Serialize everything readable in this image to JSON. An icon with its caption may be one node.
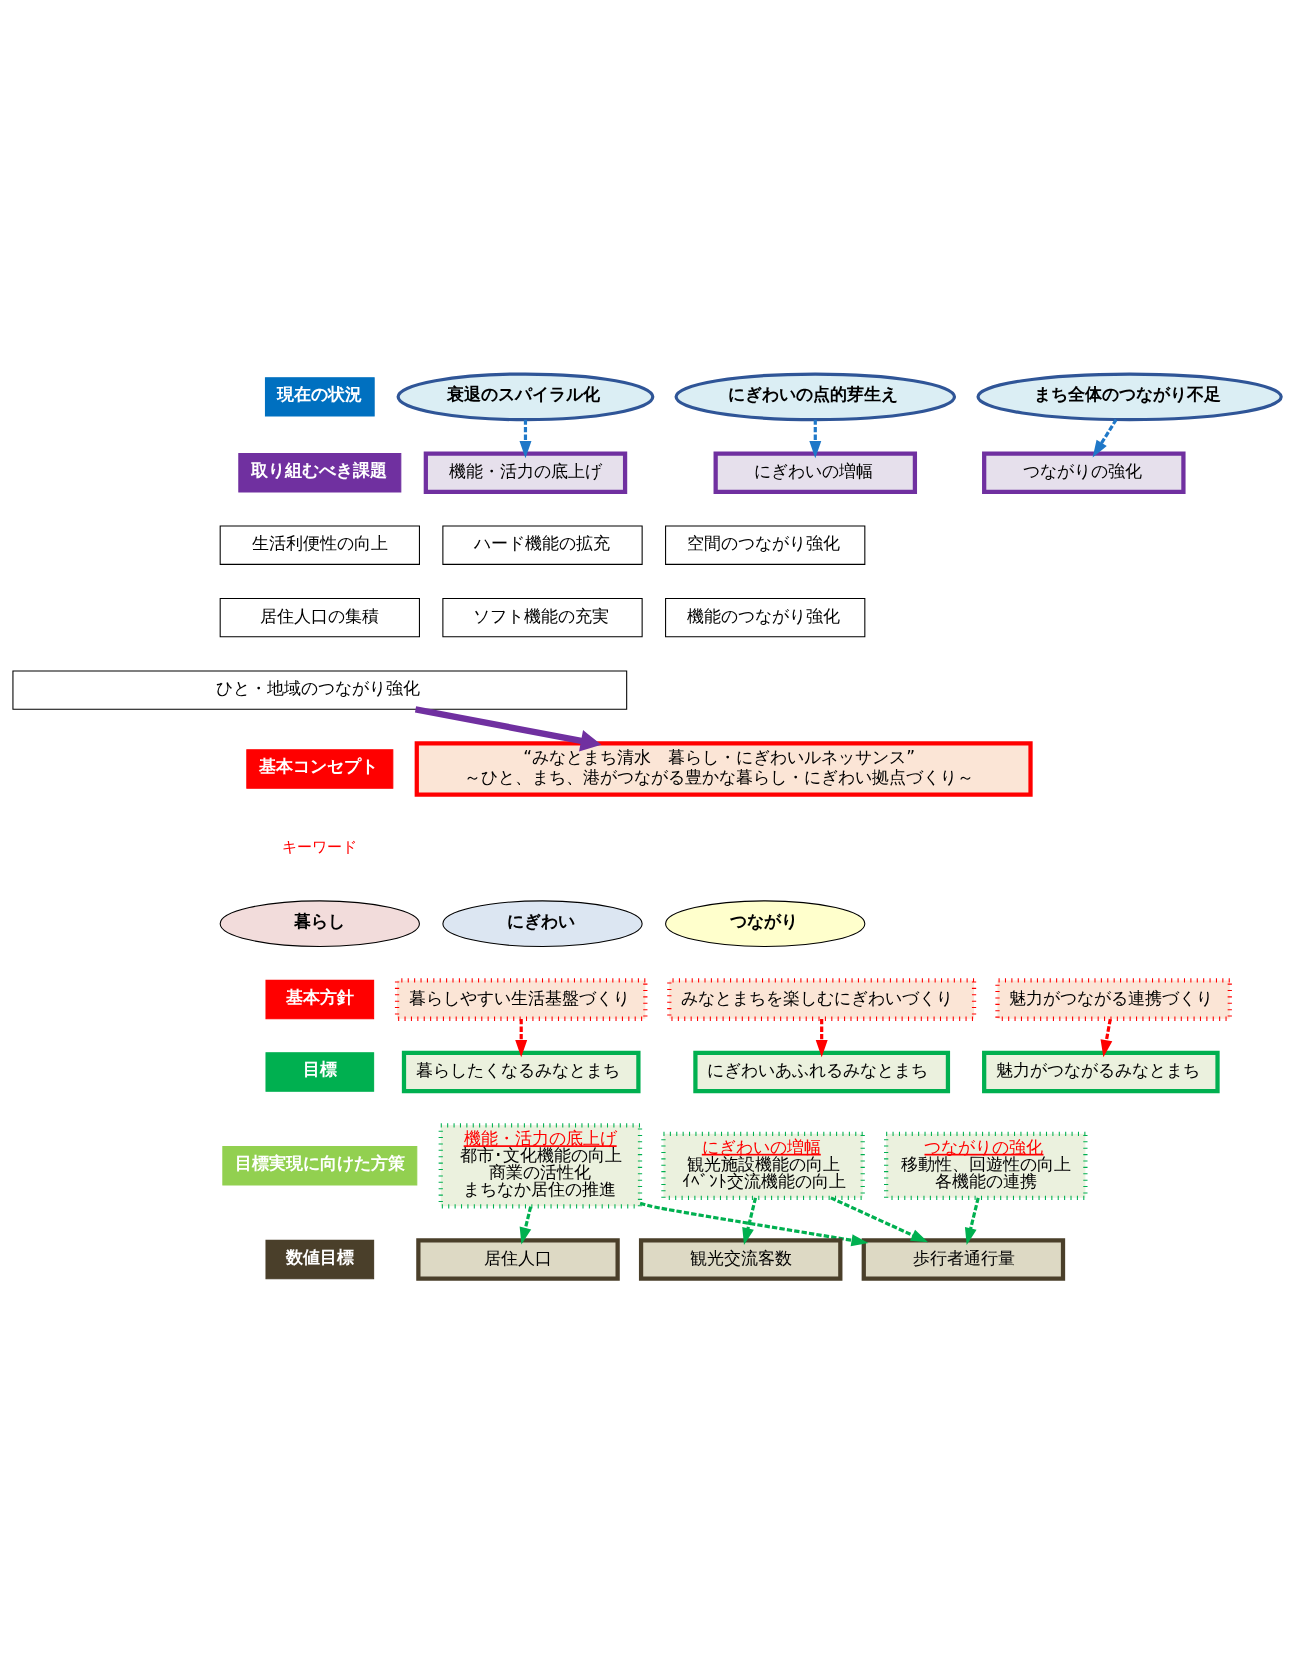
{
  "diagram": {
    "nodes": [
      {
        "text": [
          "現在の状況"
        ]
      },
      {
        "text": [
          "衰退のスパイラル化"
        ]
      },
      {
        "text": [
          "にぎわいの点的芽生え"
        ]
      },
      {
        "text": [
          "まち全体のつながり不足"
        ]
      },
      {
        "text": [
          "取り組むべき課題"
        ]
      },
      {
        "text": [
          "機能・活力の底上げ"
        ]
      },
      {
        "text": [
          "にぎわいの増幅"
        ]
      },
      {
        "text": [
          "つながりの強化"
        ]
      },
      {
        "text": [
          "生活利便性の向上"
        ]
      },
      {
        "text": [
          "ハード機能の拡充"
        ]
      },
      {
        "text": [
          "空間のつながり強化"
        ]
      },
      {
        "text": [
          "居住人口の集積"
        ]
      },
      {
        "text": [
          "ソフト機能の充実"
        ]
      },
      {
        "text": [
          "機能のつながり強化"
        ]
      },
      {
        "text": [
          "ひと・地域のつながり強化"
        ]
      },
      {
        "text": [
          "基本コンセプト"
        ]
      },
      {
        "text": [
          "“みなとまち清水　暮らし・にぎわいルネッサンス”",
          "～ひと、まち、港がつながる豊かな暮らし・にぎわい拠点づくり～"
        ]
      },
      {
        "text": [
          "暮らし"
        ]
      },
      {
        "text": [
          "にぎわい"
        ]
      },
      {
        "text": [
          "つながり"
        ]
      },
      {
        "text": [
          "基本方針"
        ]
      },
      {
        "text": [
          "暮らしやすい生活基盤づくり"
        ]
      },
      {
        "text": [
          "みなとまちを楽しむにぎわいづくり"
        ]
      },
      {
        "text": [
          "魅力がつながる連携づくり"
        ]
      },
      {
        "text": [
          "目標"
        ]
      },
      {
        "text": [
          "暮らしたくなるみなとまち"
        ]
      },
      {
        "text": [
          "にぎわいあふれるみなとまち"
        ]
      },
      {
        "text": [
          "魅力がつながるみなとまち"
        ]
      },
      {
        "text": [
          "目標実現に向けた方策"
        ]
      },
      {
        "text": [
          "機能・活力の底上げ",
          "都市･文化機能の向上",
          "商業の活性化",
          "まちなか居住の推進"
        ]
      },
      {
        "text": [
          "にぎわいの増幅",
          "観光施設機能の向上",
          "ｲﾍﾞﾝﾄ交流機能の向上"
        ]
      },
      {
        "text": [
          "つながりの強化",
          "移動性、回遊性の向上",
          "各機能の連携"
        ]
      },
      {
        "text": [
          "数値目標"
        ]
      },
      {
        "text": [
          "居住人口"
        ]
      },
      {
        "text": [
          "観光交流客数"
        ]
      },
      {
        "text": [
          "歩行者通行量"
        ]
      }
    ],
    "edges": [
      {
        "from": 1,
        "to": 5,
        "arrow": "to",
        "style": "dashed",
        "color": "#1f78c8"
      },
      {
        "from": 2,
        "to": 6,
        "arrow": "to",
        "style": "dashed",
        "color": "#1f78c8"
      },
      {
        "from": 3,
        "to": 7,
        "arrow": "to",
        "style": "dashed",
        "color": "#1f78c8"
      },
      {
        "from": 14,
        "to": 16,
        "arrow": "to",
        "style": "thick",
        "color": "#7030a0"
      },
      {
        "from": 21,
        "to": 25,
        "arrow": "to",
        "style": "dashed",
        "color": "#ff0000"
      },
      {
        "from": 22,
        "to": 26,
        "arrow": "to",
        "style": "dashed",
        "color": "#ff0000"
      },
      {
        "from": 23,
        "to": 27,
        "arrow": "to",
        "style": "dashed",
        "color": "#ff0000"
      },
      {
        "from": 29,
        "to": 33,
        "arrow": "to",
        "style": "dashed",
        "color": "#00b050"
      },
      {
        "from": 29,
        "to": 35,
        "arrow": "to",
        "style": "dashed",
        "color": "#00b050"
      },
      {
        "from": 30,
        "to": 34,
        "arrow": "to",
        "style": "dashed",
        "color": "#00b050"
      },
      {
        "from": 30,
        "to": 35,
        "arrow": "to",
        "style": "dashed",
        "color": "#00b050"
      },
      {
        "from": 31,
        "to": 35,
        "arrow": "to",
        "style": "dashed",
        "color": "#00b050"
      }
    ],
    "labels": [
      "キーワード"
    ]
  }
}
